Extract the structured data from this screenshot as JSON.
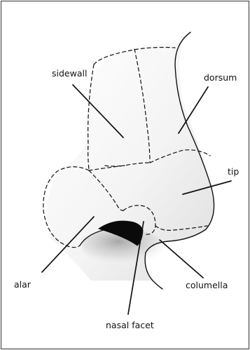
{
  "labels": {
    "sidewall": "sidewall",
    "dorsum": "dorsum",
    "tip": "tip",
    "alar": "alar",
    "columella": "columella",
    "nasal_facet": "nasal facet"
  },
  "colors": {
    "ink": "#111111",
    "frame": "#333333",
    "shade": "#d9d9d9"
  }
}
